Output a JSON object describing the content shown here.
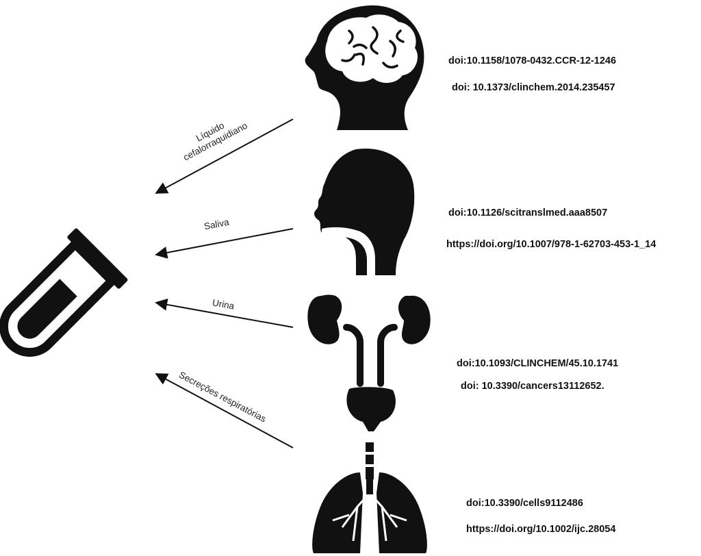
{
  "arrows": [
    {
      "label": "Líquido\ncefalorraquidiano",
      "organ": "brain"
    },
    {
      "label": "Saliva",
      "organ": "head-throat"
    },
    {
      "label": "Urina",
      "organ": "urinary-system"
    },
    {
      "label": "Secreções respiratórias",
      "organ": "lungs"
    }
  ],
  "references": {
    "brain": [
      "doi:10.1158/1078-0432.CCR-12-1246",
      "doi: 10.1373/clinchem.2014.235457"
    ],
    "saliva": [
      "doi:10.1126/scitranslmed.aaa8507",
      "https://doi.org/10.1007/978-1-62703-453-1_14"
    ],
    "urine": [
      "doi:10.1093/CLINCHEM/45.10.1741",
      "doi: 10.3390/cancers13112652."
    ],
    "lungs": [
      "doi:10.3390/cells9112486",
      "https://doi.org/10.1002/ijc.28054"
    ]
  },
  "icons": [
    "test-tube-icon",
    "brain-head-icon",
    "head-throat-icon",
    "urinary-system-icon",
    "lungs-icon"
  ]
}
